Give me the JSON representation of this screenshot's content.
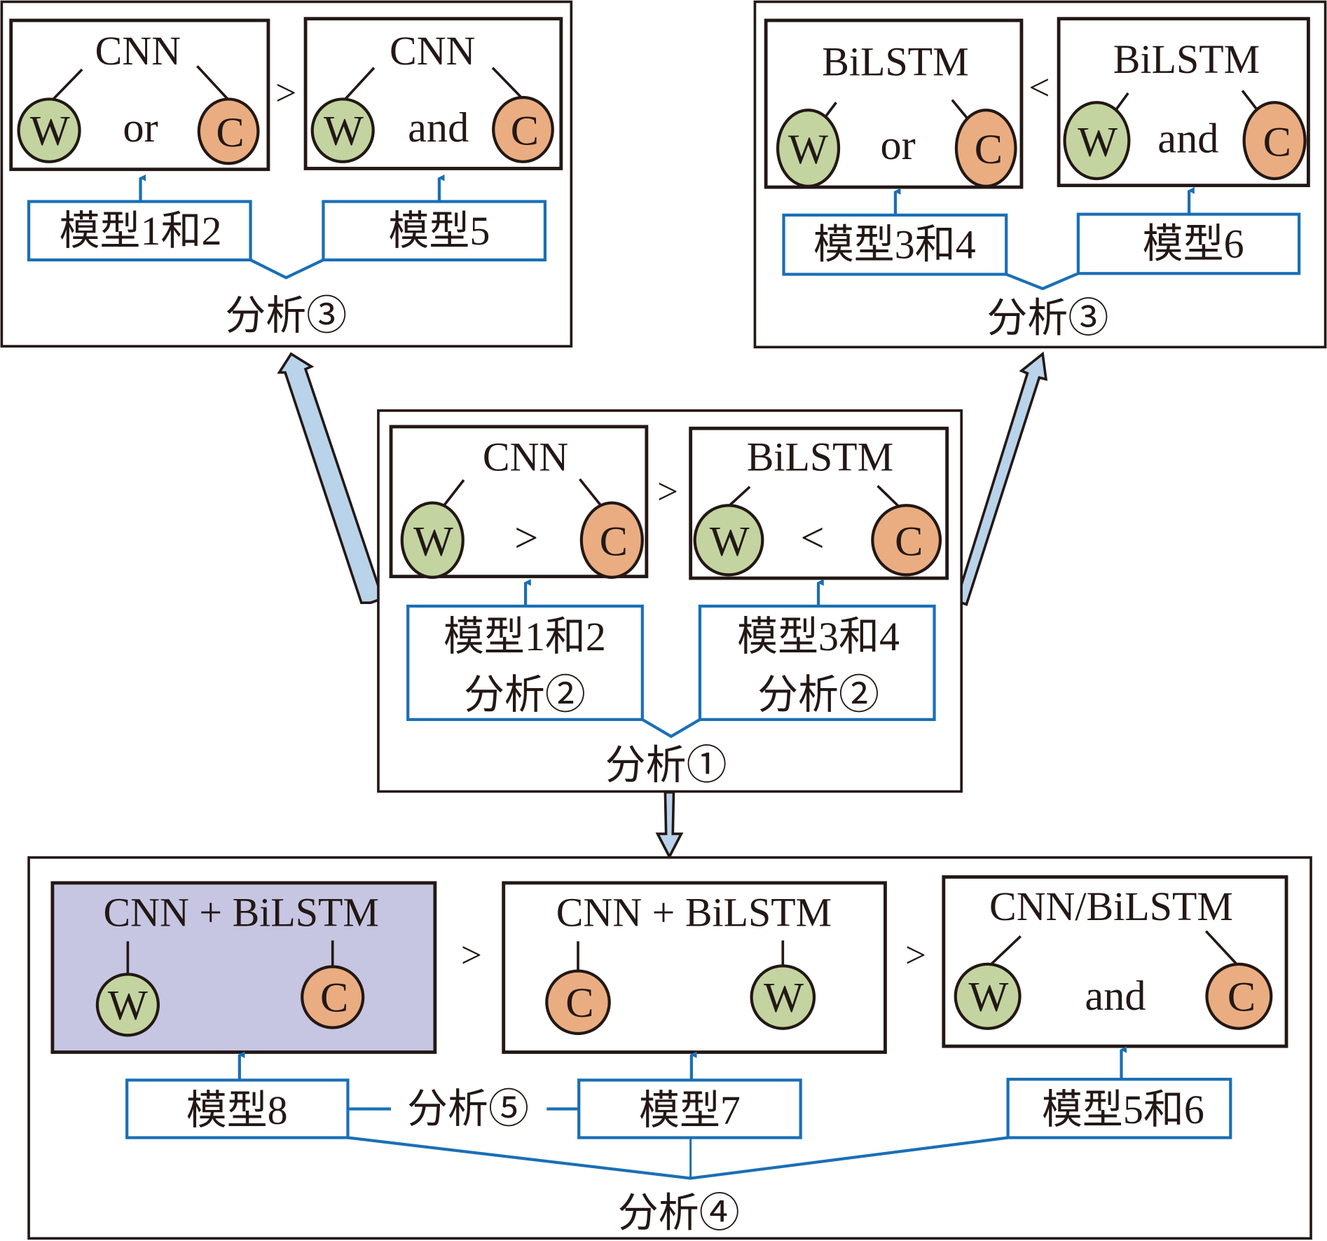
{
  "colors": {
    "word_node": "#c3d4a0",
    "char_node": "#eaad81",
    "best_model_fill": "#c6c6e2",
    "connector_blue": "#1a6fb5",
    "flow_arrow": "#b9d3ea",
    "ink": "#231815"
  },
  "nodes": {
    "word": "W",
    "char": "C"
  },
  "top_left": {
    "analysis_label": "分析③",
    "left_panel": {
      "model": "CNN",
      "relation": "or",
      "source": "模型1和2"
    },
    "comparison": ">",
    "right_panel": {
      "model": "CNN",
      "relation": "and",
      "source": "模型5"
    }
  },
  "top_right": {
    "analysis_label": "分析③",
    "left_panel": {
      "model": "BiLSTM",
      "relation": "or",
      "source": "模型3和4"
    },
    "comparison": "<",
    "right_panel": {
      "model": "BiLSTM",
      "relation": "and",
      "source": "模型6"
    }
  },
  "center": {
    "analysis_label": "分析①",
    "left_panel": {
      "model": "CNN",
      "relation": ">",
      "source_line1": "模型1和2",
      "source_line2": "分析②"
    },
    "comparison": ">",
    "right_panel": {
      "model": "BiLSTM",
      "relation": "<",
      "source_line1": "模型3和4",
      "source_line2": "分析②"
    }
  },
  "bottom": {
    "analysis_label": "分析④",
    "pair_analysis_label": "分析⑤",
    "panels": [
      {
        "model": "CNN + BiLSTM",
        "left_node": "W",
        "right_node": "C",
        "source": "模型8",
        "highlighted": true
      },
      {
        "model": "CNN + BiLSTM",
        "left_node": "C",
        "right_node": "W",
        "source": "模型7",
        "highlighted": false
      },
      {
        "model": "CNN/BiLSTM",
        "left_node": "W",
        "relation": "and",
        "right_node": "C",
        "source": "模型5和6",
        "highlighted": false
      }
    ],
    "comparisons": [
      ">",
      ">"
    ]
  }
}
